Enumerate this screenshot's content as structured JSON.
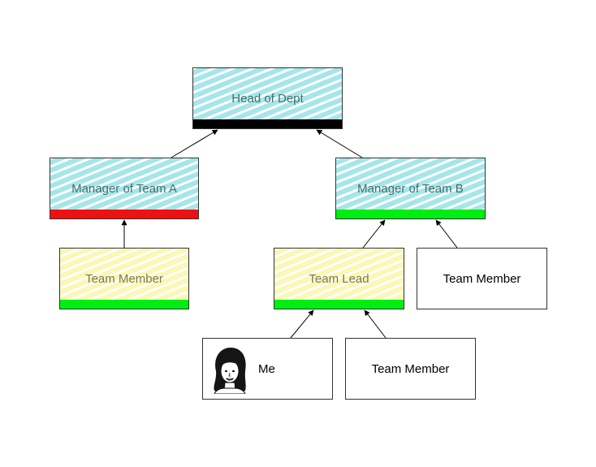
{
  "nodes": {
    "head": {
      "label": "Head of Dept",
      "bar_color": "#000000"
    },
    "manager_a": {
      "label": "Manager of Team A",
      "bar_color": "#ee1111"
    },
    "manager_b": {
      "label": "Manager of Team B",
      "bar_color": "#00ee11"
    },
    "member_a": {
      "label": "Team Member",
      "bar_color": "#00ee11"
    },
    "team_lead": {
      "label": "Team Lead",
      "bar_color": "#00ee11"
    },
    "member_b": {
      "label": "Team Member"
    },
    "me": {
      "label": "Me",
      "icon": "woman-avatar-icon"
    },
    "member_c": {
      "label": "Team Member"
    }
  },
  "colors": {
    "hatch_cyan": "#a6e6ea",
    "hatch_yellow": "#fbf7b4",
    "border": "#333333"
  },
  "edges": [
    {
      "from": "Manager of Team A",
      "to": "Head of Dept"
    },
    {
      "from": "Manager of Team B",
      "to": "Head of Dept"
    },
    {
      "from": "Team Member",
      "to": "Manager of Team A"
    },
    {
      "from": "Team Lead",
      "to": "Manager of Team B"
    },
    {
      "from": "Team Member",
      "to": "Manager of Team B"
    },
    {
      "from": "Me",
      "to": "Team Lead"
    },
    {
      "from": "Team Member",
      "to": "Team Lead"
    }
  ]
}
